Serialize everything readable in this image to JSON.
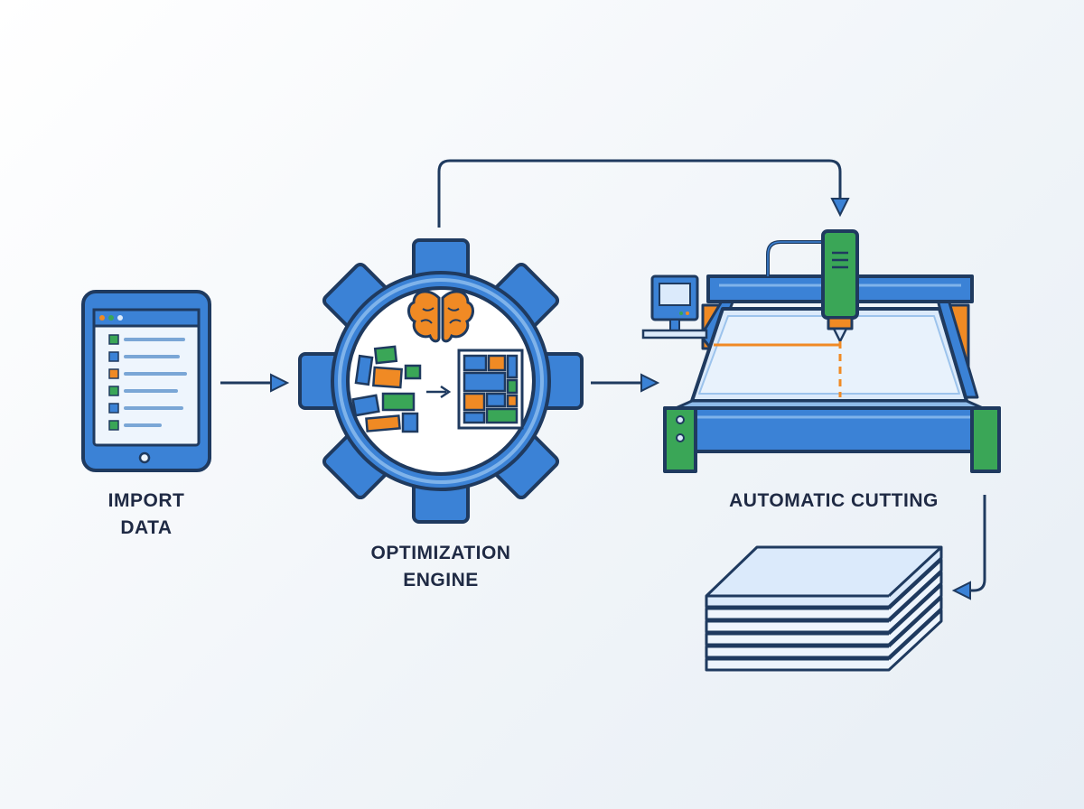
{
  "steps": {
    "import": {
      "line1": "IMPORT",
      "line2": "DATA"
    },
    "optimize": {
      "line1": "OPTIMIZATION",
      "line2": "ENGINE"
    },
    "cutting": {
      "label": "AUTOMATIC CUTTING"
    }
  },
  "colors": {
    "outline": "#1f3a5f",
    "blue": "#3b82d6",
    "green": "#3aa657",
    "orange": "#f08a24",
    "light": "#dbeafb"
  },
  "icons": [
    "tablet-icon",
    "gear-icon",
    "brain-icon",
    "cnc-machine-icon",
    "sheet-stack-icon"
  ]
}
